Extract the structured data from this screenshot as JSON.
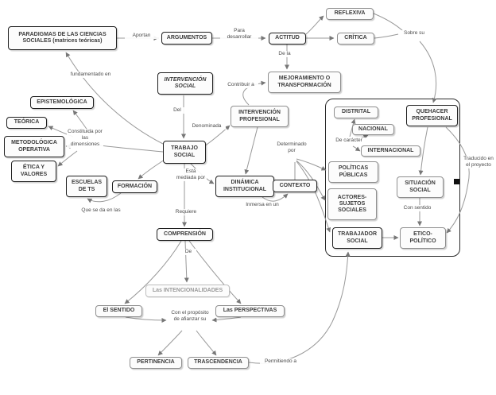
{
  "nodes": {
    "paradigmas": "PARADIGMAS DE LAS CIENCIAS SOCIALES (matrices teóricas)",
    "argumentos": "ARGUMENTOS",
    "actitud": "ACTITUD",
    "reflexiva": "REFLEXIVA",
    "critica": "CRÍTICA",
    "intervencion_social": "INTERVENCIÓN SOCIAL",
    "mejoramiento": "MEJORAMIENTO O TRANSFORMACIÓN",
    "intervencion_profesional": "INTERVENCIÓN PROFESIONAL",
    "epistemologica": "EPISTEMOLÓGICA",
    "teorica": "TEÓRICA",
    "metodologica": "METODOLÓGICA OPERATIVA",
    "etica_valores": "ÉTICA Y VALORES",
    "trabajo_social": "TRABAJO SOCIAL",
    "escuelas_ts": "ESCUELAS DE TS",
    "formacion": "FORMACIÓN",
    "dinamica": "DINÁMICA INSTITUCIONAL",
    "contexto": "CONTEXTO",
    "comprension": "COMPRENSIÓN",
    "distrital": "DISTRITAL",
    "nacional": "NACIONAL",
    "internacional": "INTERNACIONAL",
    "politicas": "POLÍTICAS PÚBLICAS",
    "actores": "ACTORES-SUJETOS SOCIALES",
    "trabajador": "TRABAJADOR SOCIAL",
    "situacion": "SITUACIÓN SOCIAL",
    "etico": "ETICO-POLÍTICO",
    "quehacer": "QUEHACER PROFESIONAL",
    "intencionalidades": "Las INTENCIONALIDADES",
    "sentido": "El SENTIDO",
    "perspectivas": "Las PERSPECTIVAS",
    "pertinencia": "PERTINENCIA",
    "trascendencia": "TRASCENDENCIA"
  },
  "labels": {
    "aportan": "Aportan",
    "para_desarrollar": "Para desarrollar",
    "sobre_su": "Sobre su",
    "de_la": "De la",
    "fundamentado": "fundamentado en",
    "contribuir": "Contribuir a",
    "del": "Del",
    "denominada": "Denominada",
    "constituida": "Constituida por las dimensiones",
    "determinado": "Determinado por",
    "esta_mediada": "Está mediada por",
    "de_caracter": "De carácter",
    "inmersa": "Inmersa en un",
    "que_se_da": "Que se da en las",
    "requiere": "Requiere",
    "con_sentido": "Con sentido",
    "traducido": "Traducido en el proyecto",
    "de": "De",
    "proposito": "Con el propósito de afianzar su",
    "permitiendo": "Permitiendo a"
  }
}
